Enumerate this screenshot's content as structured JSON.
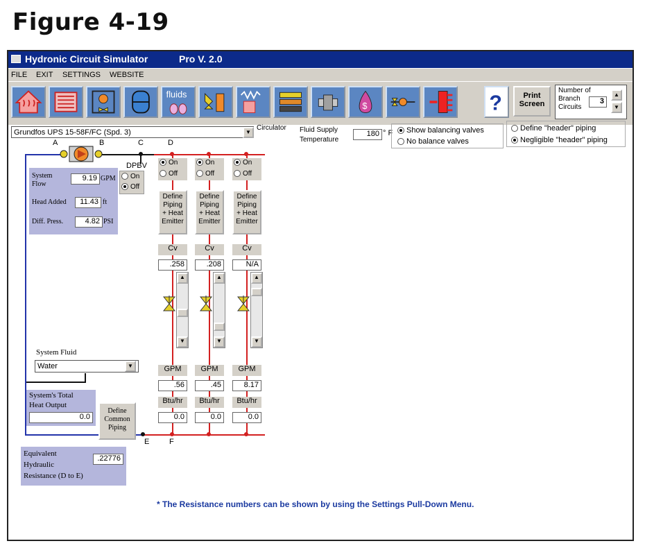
{
  "figure_title": "Figure 4-19",
  "window": {
    "app_name": "Hydronic Circuit Simulator",
    "version": "Pro  V.  2.0"
  },
  "menu": [
    "FILE",
    "EXIT",
    "SETTINGS",
    "WEBSITE"
  ],
  "toolbar": {
    "fluids_label": "fluids",
    "print_label": "Print",
    "screen_label": "Screen",
    "branch_label_1": "Number of",
    "branch_label_2": "Branch",
    "branch_label_3": "Circuits",
    "branch_value": "3",
    "icons": [
      "house-heat-icon",
      "radiator-icon",
      "pump-valve-icon",
      "tank-icon",
      "fluids-icon",
      "emitter-icon",
      "resistance-icon",
      "tubes-icon",
      "fitting-icon",
      "cost-icon",
      "valve-assembly-icon",
      "manifold-icon",
      "help-icon"
    ]
  },
  "circulator": {
    "selected": "Grundfos UPS 15-58F/FC (Spd. 3)",
    "label": "Circulator"
  },
  "fluid_supply": {
    "label_1": "Fluid Supply",
    "label_2": "Temperature",
    "value": "180",
    "unit": "° F"
  },
  "balancing": {
    "option_show": "Show balancing valves",
    "option_none": "No balance valves"
  },
  "header_piping": {
    "option_define": "Define \"header\" piping",
    "option_negligible": "Negligible \"header\" piping"
  },
  "nodes": {
    "a": "A",
    "b": "B",
    "c": "C",
    "d": "D",
    "e": "E",
    "f": "F"
  },
  "dpbv": {
    "label": "DPBV",
    "on": "On",
    "off": "Off"
  },
  "system": {
    "flow_label_1": "System",
    "flow_label_2": "Flow",
    "flow_value": "9.19",
    "flow_unit": "GPM",
    "head_label": "Head Added",
    "head_value": "11.43",
    "head_unit": "ft",
    "diff_label": "Diff. Press.",
    "diff_value": "4.82",
    "diff_unit": "PSI"
  },
  "system_fluid": {
    "label": "System Fluid",
    "value": "Water"
  },
  "heat_output": {
    "label_1": "System's Total",
    "label_2": "Heat Output",
    "value": "0.0"
  },
  "common_piping": {
    "line1": "Define",
    "line2": "Common",
    "line3": "Piping"
  },
  "equivalent": {
    "line1": "Equivalent",
    "line2": "Hydraulic",
    "line3": "Resistance (D to E)",
    "value": ".22776"
  },
  "branch_common": {
    "on": "On",
    "off": "Off",
    "define_1": "Define",
    "define_2": "Piping",
    "define_3": "+ Heat",
    "define_4": "Emitter",
    "cv_label": "Cv",
    "gpm_label": "GPM",
    "btu_label": "Btu/hr"
  },
  "branches": [
    {
      "cv": ".258",
      "gpm": ".56",
      "btu": "0.0"
    },
    {
      "cv": ".208",
      "gpm": ".45",
      "btu": "0.0"
    },
    {
      "cv": "N/A",
      "gpm": "8.17",
      "btu": "0.0"
    }
  ],
  "footnote": "*  The Resistance numbers can be shown by using the Settings Pull-Down Menu.",
  "colors": {
    "title_bar": "#0c2a8a",
    "supply_pipe": "#d32020",
    "return_pipe": "#2233aa",
    "panel": "#b4b6dc",
    "toolbar_button": "#5b86c2"
  }
}
